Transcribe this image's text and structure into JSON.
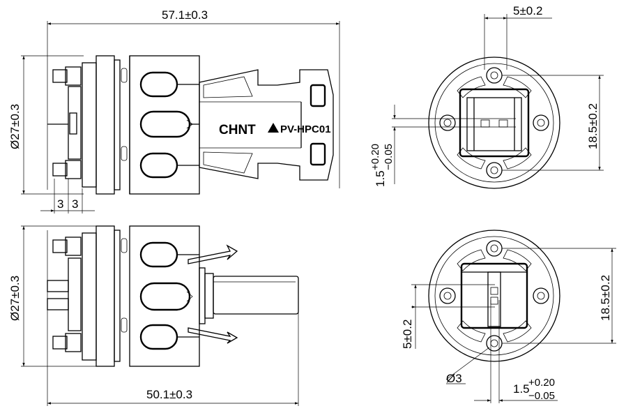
{
  "dimensions": {
    "overall_length": "57.1±0.3",
    "diameter_top": "Ø27±0.3",
    "pin_spacing_a": "3",
    "pin_spacing_b": "3",
    "mated_length": "50.1±0.3",
    "diameter_bottom": "Ø27±0.3",
    "top_width": "5±0.2",
    "top_height": "18.5±0.2",
    "top_slot_main": "1.5",
    "top_slot_upper": "+0.20",
    "top_slot_lower": "−0.05",
    "bottom_width": "5±0.2",
    "bottom_height": "18.5±0.2",
    "hole_diameter": "Ø3",
    "bottom_slot_main": "1.5",
    "bottom_slot_upper": "+0.20",
    "bottom_slot_lower": "−0.05"
  },
  "marking": {
    "brand": "CHNT",
    "model": "PV-HPC01"
  }
}
